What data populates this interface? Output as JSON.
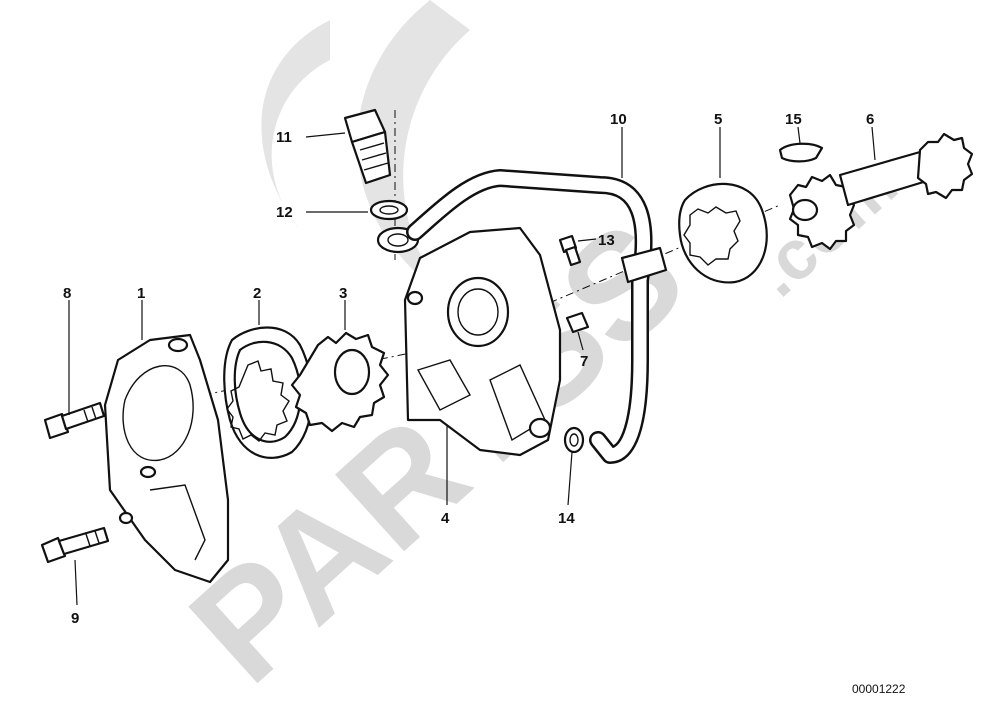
{
  "callouts": [
    {
      "num": "1"
    },
    {
      "num": "2"
    },
    {
      "num": "3"
    },
    {
      "num": "4"
    },
    {
      "num": "5"
    },
    {
      "num": "6"
    },
    {
      "num": "7"
    },
    {
      "num": "8"
    },
    {
      "num": "9"
    },
    {
      "num": "10"
    },
    {
      "num": "11"
    },
    {
      "num": "12"
    },
    {
      "num": "13"
    },
    {
      "num": "14"
    },
    {
      "num": "15"
    }
  ],
  "reference_number": "00001222",
  "watermark": {
    "brand": "PARTSS",
    "suffix": ".com",
    "color": "#d9d9d9"
  },
  "colors": {
    "line": "#111111",
    "background": "#ffffff"
  }
}
